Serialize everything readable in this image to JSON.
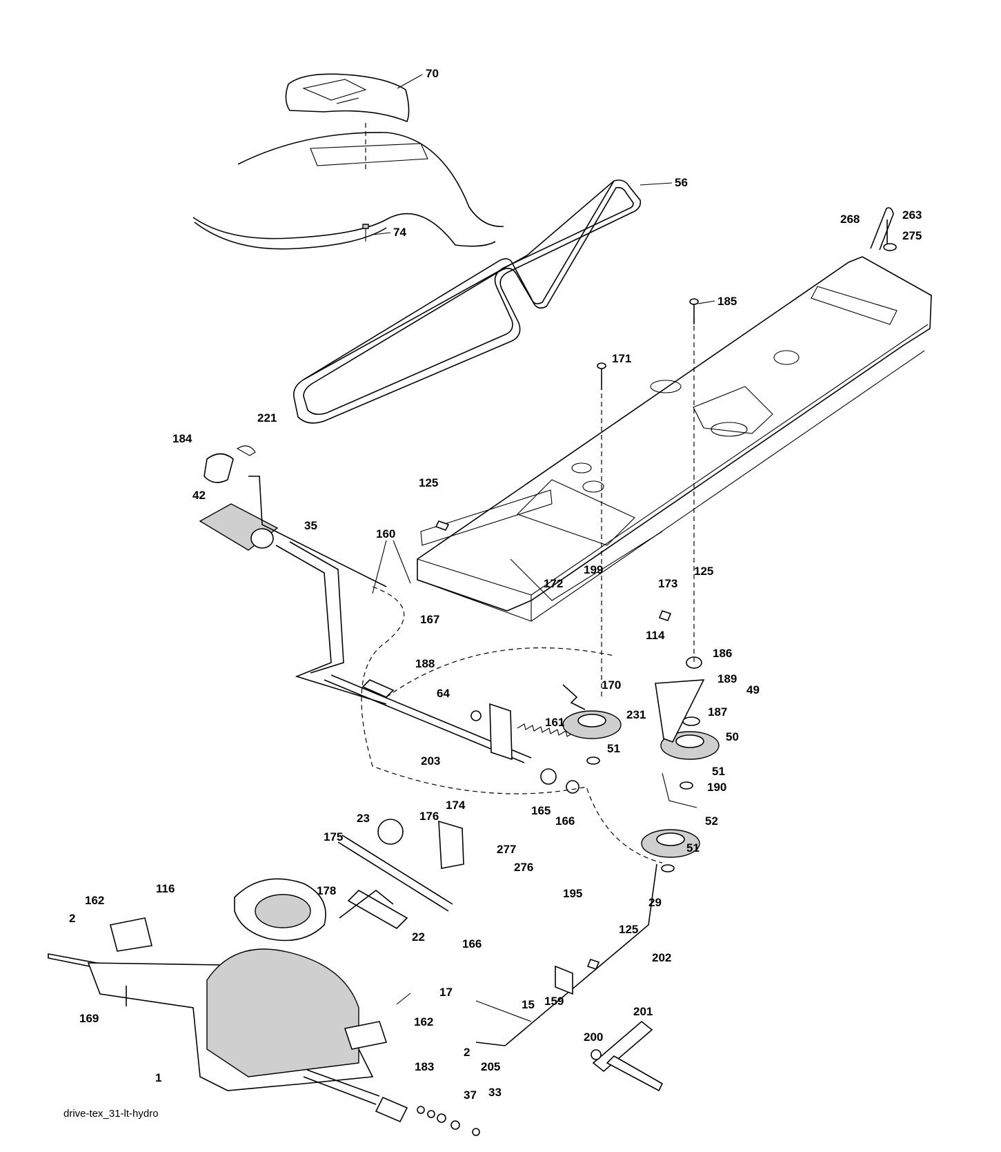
{
  "diagram": {
    "caption": "drive-tex_31-lt-hydro",
    "callouts": [
      "70",
      "56",
      "74",
      "268",
      "263",
      "275",
      "185",
      "171",
      "221",
      "184",
      "42",
      "35",
      "125",
      "160",
      "167",
      "172",
      "199",
      "173",
      "125",
      "114",
      "186",
      "188",
      "64",
      "189",
      "49",
      "170",
      "161",
      "231",
      "187",
      "50",
      "203",
      "51",
      "51",
      "165",
      "166",
      "190",
      "52",
      "51",
      "23",
      "174",
      "175",
      "176",
      "277",
      "276",
      "116",
      "162",
      "2",
      "178",
      "22",
      "166",
      "159",
      "195",
      "29",
      "125",
      "202",
      "17",
      "15",
      "201",
      "169",
      "162",
      "200",
      "2",
      "183",
      "205",
      "1",
      "37",
      "33"
    ]
  }
}
